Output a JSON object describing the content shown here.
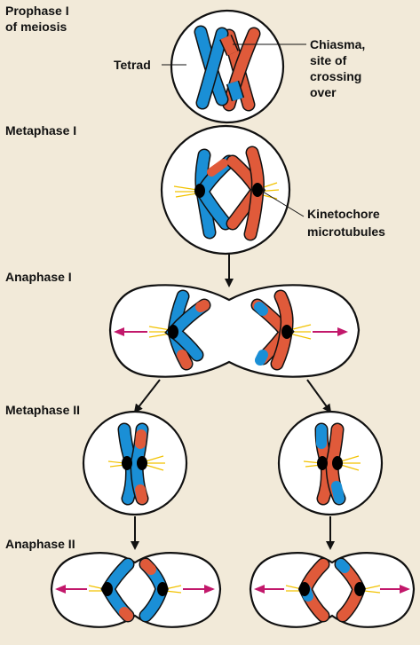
{
  "stages": [
    {
      "id": "prophase-i",
      "lines": [
        "Prophase I",
        "of meiosis"
      ]
    },
    {
      "id": "metaphase-i",
      "lines": [
        "Metaphase I"
      ]
    },
    {
      "id": "anaphase-i",
      "lines": [
        "Anaphase I"
      ]
    },
    {
      "id": "metaphase-ii",
      "lines": [
        "Metaphase II"
      ]
    },
    {
      "id": "anaphase-ii",
      "lines": [
        "Anaphase II"
      ]
    }
  ],
  "callouts": {
    "tetrad": "Tetrad",
    "chiasma": [
      "Chiasma,",
      "site of",
      "crossing",
      "over"
    ],
    "kinetochore": [
      "Kinetochore",
      "microtubules"
    ]
  },
  "colors": {
    "background": "#f2ead9",
    "cell_fill": "#ffffff",
    "outline": "#111111",
    "maternal_chromosome": "#1a8fd6",
    "paternal_chromosome": "#e05a3a",
    "centromere": "#000000",
    "microtubule": "#f2c200",
    "pole_arrow": "#c2186b"
  }
}
